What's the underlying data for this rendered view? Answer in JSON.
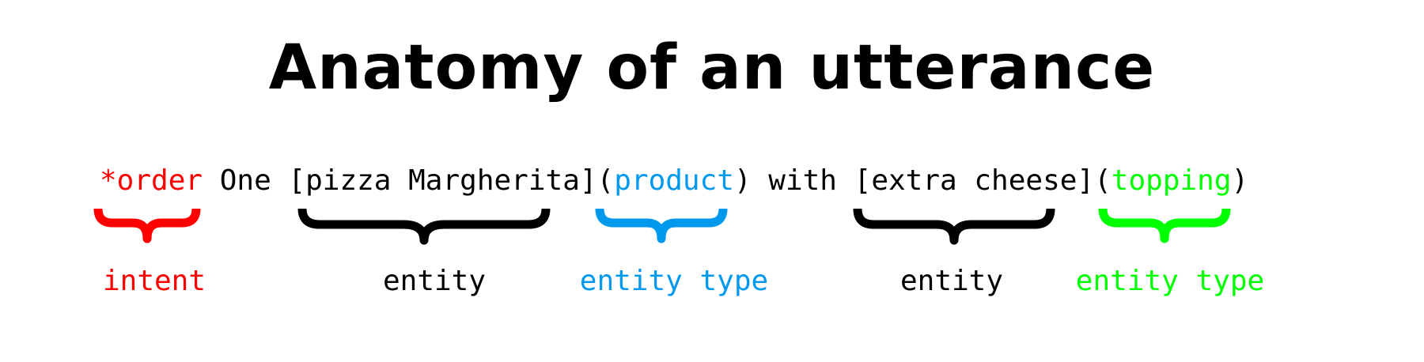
{
  "title": "Anatomy of an utterance",
  "colors": {
    "intent": "#ff0000",
    "entity": "#000000",
    "entity_type_product": "#0099ee",
    "entity_type_topping": "#00ff00"
  },
  "utterance": {
    "intent": "*order",
    "text_1": " One [pizza Margherita](",
    "type_1": "product",
    "text_2": ") with [extra cheese](",
    "type_2": "topping",
    "text_3": ")"
  },
  "labels": {
    "intent": "intent",
    "entity_1": "entity",
    "entity_type_1": "entity type",
    "entity_2": "entity",
    "entity_type_2": "entity type"
  }
}
